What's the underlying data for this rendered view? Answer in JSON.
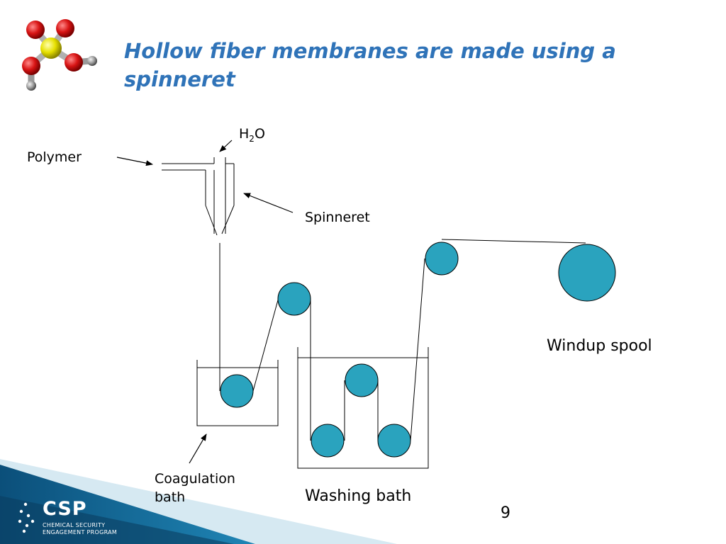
{
  "slide": {
    "title": "Hollow fiber membranes are made using a spinneret",
    "page_number": "9"
  },
  "labels": {
    "h2o_main": "H",
    "h2o_sub": "2",
    "h2o_tail": "O",
    "polymer": "Polymer",
    "spinneret": "Spinneret",
    "windup_spool": "Windup spool",
    "coagulation_bath": "Coagulation bath",
    "washing_bath": "Washing bath"
  },
  "logo": {
    "name": "CSP",
    "line1": "CHEMICAL SECURITY",
    "line2": "ENGAGEMENT PROGRAM"
  },
  "colors": {
    "title": "#2f73b8",
    "roller": "#2aa3be",
    "band_dark": "#0b4f7a",
    "band_light": "#d6e9f2"
  },
  "icons": [
    "molecule-logo-icon",
    "csp-dots-icon"
  ]
}
